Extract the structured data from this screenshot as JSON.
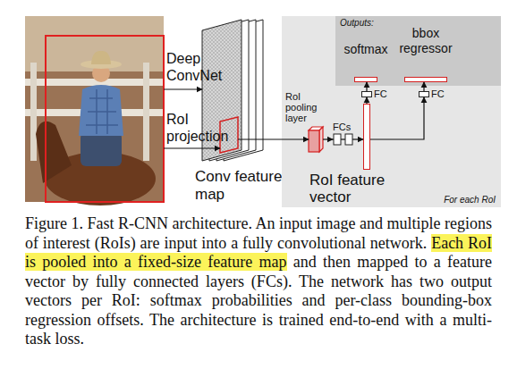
{
  "diagram": {
    "caption": "Figure 1. Fast R-CNN architecture. An input image and multiple regions of interest (RoIs) are input into a fully convolutional network.",
    "nodes": [
      {
        "text": [
          "Conv feature map"
        ]
      },
      {
        "text": [
          "For each RoI"
        ]
      },
      {
        "text": [
          "RoI pooling layer"
        ],
        "in": 1
      },
      {
        "text": [
          "FCs"
        ],
        "in": 1
      },
      {
        "text": [
          "RoI feature vector"
        ],
        "in": 1
      },
      {
        "text": [
          "Outputs:"
        ],
        "in": 1
      },
      {
        "text": [
          "softmax"
        ],
        "in": 5
      },
      {
        "text": [
          "bbox regressor"
        ],
        "in": 5
      },
      {
        "text": [
          "FC"
        ],
        "in": 1
      },
      {
        "text": [
          "FC"
        ],
        "in": 1
      }
    ],
    "edges": [
      {
        "from": 0,
        "to": 2,
        "arrow": "to"
      },
      {
        "from": 2,
        "to": 3,
        "arrow": "to"
      },
      {
        "from": 3,
        "to": 4,
        "arrow": "to"
      },
      {
        "from": 4,
        "to": 8,
        "arrow": "to"
      },
      {
        "from": 8,
        "to": 6,
        "arrow": "to"
      },
      {
        "from": 4,
        "to": 9,
        "arrow": "to"
      },
      {
        "from": 9,
        "to": 7,
        "arrow": "to"
      }
    ],
    "labels": [
      "Deep ConvNet",
      "RoI projection",
      "Each RoI is pooled into a fixed-size feature map",
      "and then mapped to a feature vector by fully connected layers (FCs). The network has two output vectors per RoI: softmax probabilities and per-class bounding-box regression offsets. The architecture is trained end-to-end with a multi-task loss."
    ]
  }
}
